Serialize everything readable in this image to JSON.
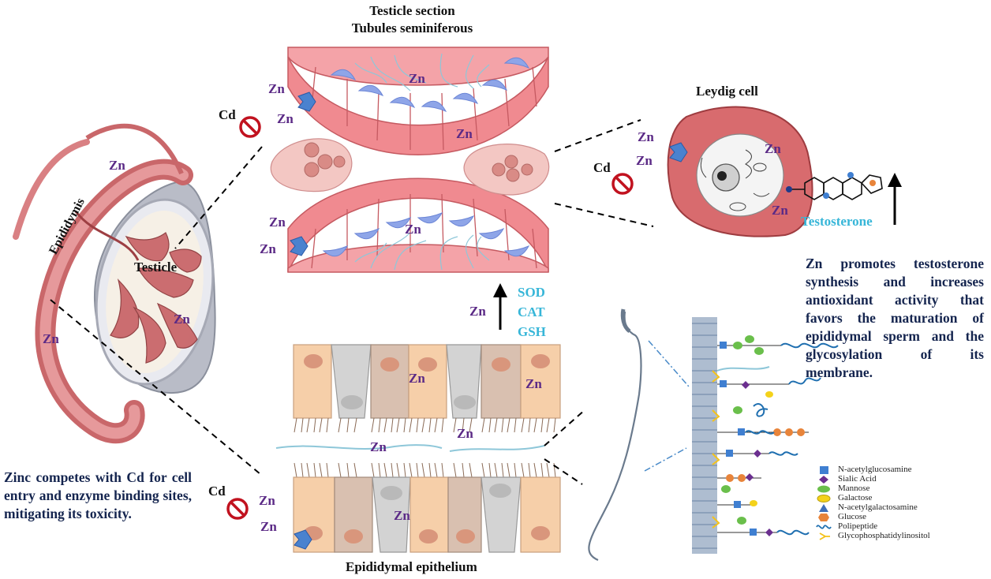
{
  "titles": {
    "testicle_section": "Testicle section",
    "tubules": "Tubules seminiferous",
    "leydig": "Leydig cell",
    "epithelium": "Epididymal epithelium",
    "testosterone": "Testosterone",
    "epididymis": "Epididymis",
    "testicle": "Testicle"
  },
  "zn": "Zn",
  "cd": "Cd",
  "enzymes": [
    "SOD",
    "CAT",
    "GSH"
  ],
  "text_right": "Zn promotes testosterone synthesis and increases antioxidant activity that favors the maturation of epididymal sperm and the glycosylation of its membrane.",
  "text_left": "Zinc competes with Cd for cell entry and enzyme binding sites, mitigating its toxicity.",
  "legend": [
    {
      "label": "N-acetylglucosamine",
      "icon": "square",
      "color": "#3f7fd1"
    },
    {
      "label": "Sialic Acid",
      "icon": "diamond",
      "color": "#6b2f8f"
    },
    {
      "label": "Mannose",
      "icon": "ellipse",
      "color": "#6abf4b"
    },
    {
      "label": "Galactose",
      "icon": "ellipse",
      "color": "#f4d21a"
    },
    {
      "label": "N-acetylgalactosamine",
      "icon": "triangle",
      "color": "#3f6fb8"
    },
    {
      "label": "Glucose",
      "icon": "hexagon",
      "color": "#e8843a"
    },
    {
      "label": "Polipeptide",
      "icon": "wave",
      "color": "#1f6fb0"
    },
    {
      "label": "Glycophosphatidylinositol",
      "icon": "gpi",
      "color": "#f4c21a"
    }
  ]
}
